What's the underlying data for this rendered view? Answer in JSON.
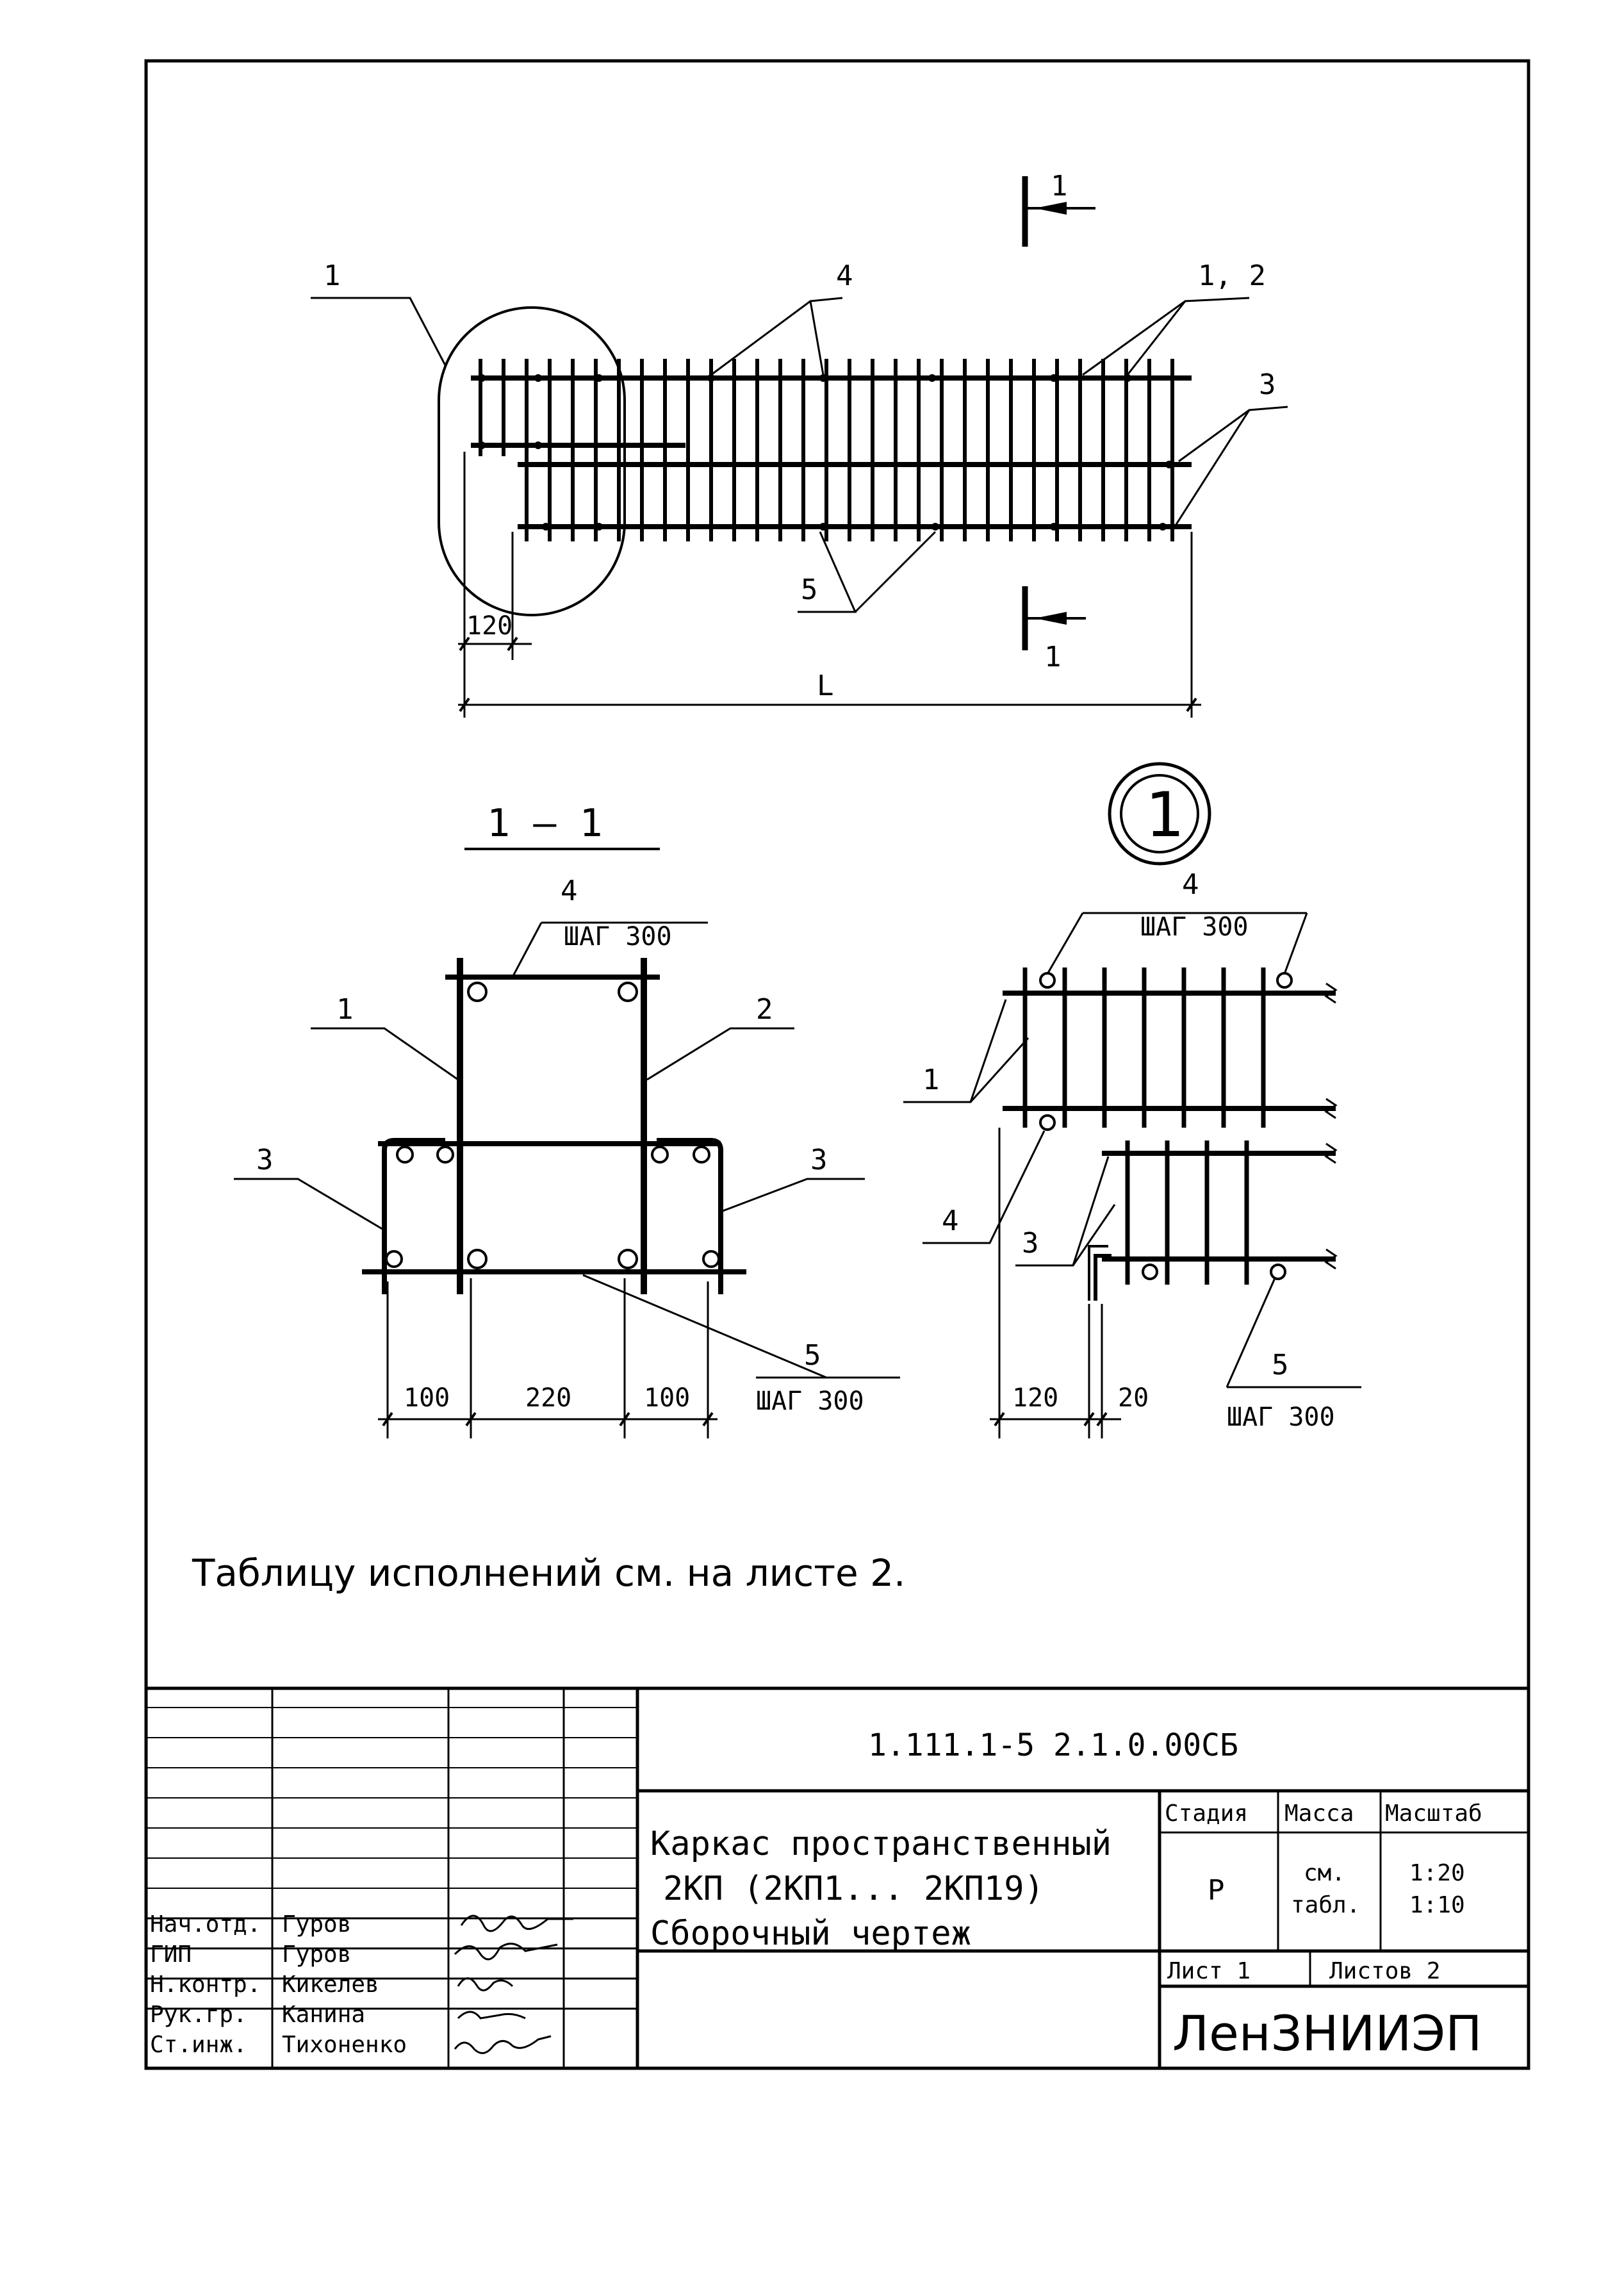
{
  "plan_view": {
    "callouts": [
      "1",
      "4",
      "1, 2",
      "3",
      "5"
    ],
    "section_mark_label": "1",
    "dim_offset": "120",
    "dim_length": "L"
  },
  "detail_marker": "1",
  "section_view": {
    "title": "1 — 1",
    "callouts": [
      "4",
      "1",
      "2",
      "3",
      "3",
      "5"
    ],
    "pitch_top": "ШАГ 300",
    "pitch_bottom": "ШАГ 300",
    "dims": [
      "100",
      "220",
      "100"
    ]
  },
  "detail_view": {
    "callouts": [
      "4",
      "1",
      "4",
      "3",
      "5"
    ],
    "pitch_top": "ШАГ 300",
    "pitch_bottom": "ШАГ 300",
    "dims": [
      "120",
      "20"
    ]
  },
  "note": "Таблицу исполнений см. на листе 2.",
  "title_block": {
    "doc_code": "1.111.1-5   2.1.0.00СБ",
    "title_lines": [
      "Каркас пространственный",
      "2КП (2КП1... 2КП19)",
      "Сборочный чертеж"
    ],
    "stage_header": "Стадия",
    "mass_header": "Масса",
    "scale_header": "Масштаб",
    "stage_value": "Р",
    "mass_value": [
      "см.",
      "табл."
    ],
    "scale_value": [
      "1:20",
      "1:10"
    ],
    "sheet_label": "Лист 1",
    "sheets_label": "Листов 2",
    "organization": "ЛенЗНИИЭП",
    "roles": [
      {
        "role": "Нач.отд.",
        "name": "Гуров"
      },
      {
        "role": "ГИП",
        "name": "Гуров"
      },
      {
        "role": "Н.контр.",
        "name": "Кикелев"
      },
      {
        "role": "Рук.гр.",
        "name": "Канина"
      },
      {
        "role": "Ст.инж.",
        "name": "Тихоненко"
      }
    ]
  }
}
